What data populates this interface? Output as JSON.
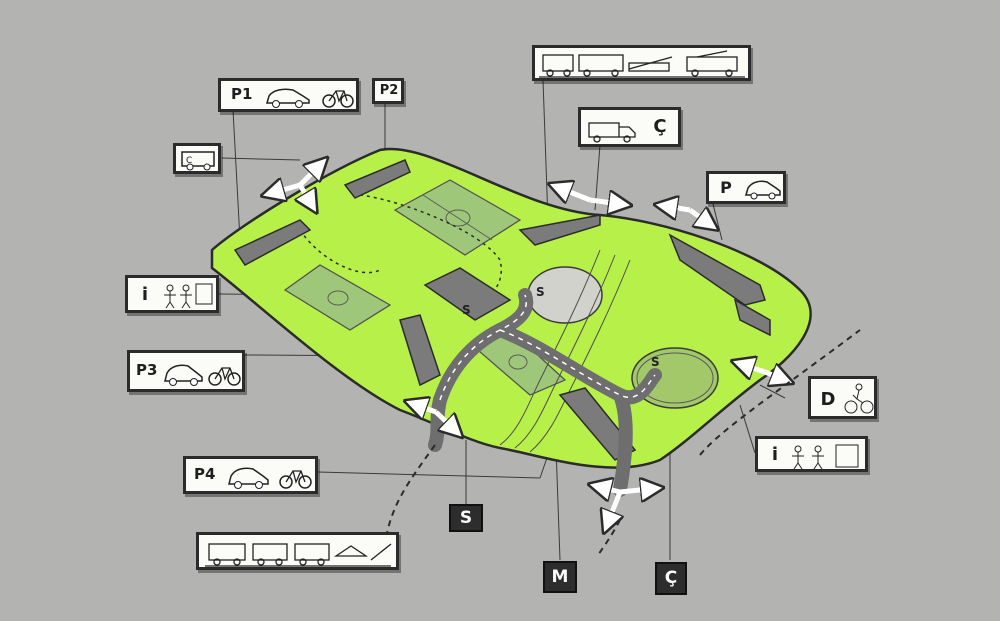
{
  "diagram": {
    "background_color": "#b3b3b1",
    "site_color": "#b8f04a",
    "outline_color": "#2b2b2b",
    "road_color": "#6e6e6e"
  },
  "icons": {
    "P1": "parking-icon",
    "P2": "parking-icon",
    "P3": "parking-icon",
    "P4": "parking-icon",
    "P": "parking-icon",
    "car": "car-icon",
    "bicycle": "bicycle-icon",
    "bus": "bus-icon",
    "train": "train-icon",
    "truck": "truck-icon",
    "info": "info-icon",
    "people": "people-icon",
    "D": "drop-off-icon",
    "cyclist": "cyclist-icon"
  },
  "labels": {
    "p1": "P1",
    "p2": "P2",
    "p3": "P3",
    "p4": "P4",
    "p": "P",
    "info_left": "i",
    "info_right": "i",
    "d": "D",
    "c_box": "Ç",
    "c_small": "C",
    "tag_s": "S",
    "tag_m": "M",
    "tag_c": "Ç",
    "s_mark_1": "S",
    "s_mark_2": "S",
    "s_mark_3": "S"
  }
}
